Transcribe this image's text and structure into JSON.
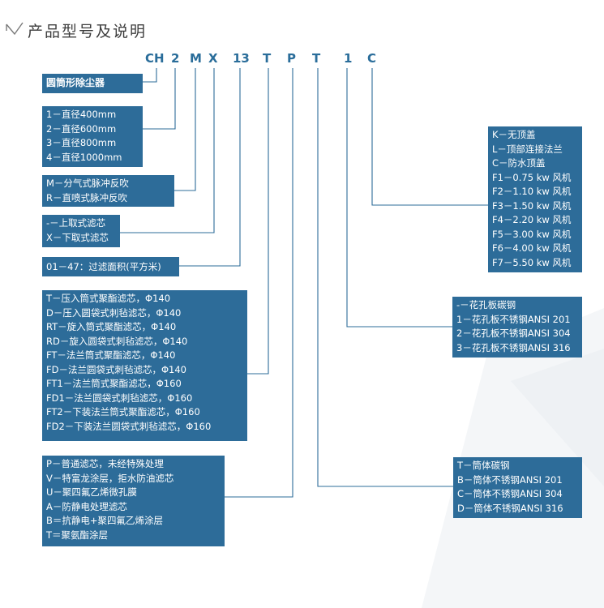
{
  "title": "产品型号及说明",
  "code": [
    {
      "id": "ch",
      "text": "CH"
    },
    {
      "id": "n2",
      "text": "2"
    },
    {
      "id": "m",
      "text": "M"
    },
    {
      "id": "x",
      "text": "X"
    },
    {
      "id": "n13",
      "text": "13"
    },
    {
      "id": "t1",
      "text": "T"
    },
    {
      "id": "p",
      "text": "P"
    },
    {
      "id": "t2",
      "text": "T"
    },
    {
      "id": "n1",
      "text": "1"
    },
    {
      "id": "c",
      "text": "C"
    }
  ],
  "boxes": {
    "type": [
      "圆筒形除尘器"
    ],
    "diameter": [
      "1－直径400mm",
      "2－直径600mm",
      "3－直径800mm",
      "4－直径1000mm"
    ],
    "pulse": [
      "M－分气式脉冲反吹",
      "R－直喷式脉冲反吹"
    ],
    "mount": [
      "-－上取式滤芯",
      "X－下取式滤芯"
    ],
    "area": [
      "01－47：过滤面积(平方米)"
    ],
    "cartridge": [
      "T－压入筒式聚酯滤芯，Φ140",
      "D－压入圆袋式刺毡滤芯，Φ140",
      "RT－旋入筒式聚酯滤芯，Φ140",
      "RD－旋入圆袋式刺毡滤芯，Φ140",
      "FT－法兰筒式聚酯滤芯，Φ140",
      "FD－法兰圆袋式刺毡滤芯，Φ140",
      "FT1－法兰筒式聚酯滤芯，Φ160",
      "FD1－法兰圆袋式刺毡滤芯，Φ160",
      "FT2－下装法兰筒式聚酯滤芯，Φ160",
      "FD2－下装法兰圆袋式刺毡滤芯，Φ160"
    ],
    "treatment": [
      "P－普通滤芯，未经特殊处理",
      "V－特富龙涂层，拒水防油滤芯",
      "U－聚四氟乙烯微孔膜",
      "A－防静电处理滤芯",
      "B＝抗静电+聚四氟乙烯涂层",
      "T＝聚氨酯涂层"
    ],
    "top": [
      "K－无顶盖",
      "L－顶部连接法兰",
      "C－防水顶盖",
      "F1－0.75 kw 风机",
      "F2－1.10 kw 风机",
      "F3－1.50 kw 风机",
      "F4－2.20 kw 风机",
      "F5－3.00 kw 风机",
      "F6－4.00 kw 风机",
      "F7－5.50 kw 风机"
    ],
    "plate": [
      "-－花孔板碳钢",
      "1－花孔板不锈钢ANSI 201",
      "2－花孔板不锈钢ANSI 304",
      "3－花孔板不锈钢ANSI 316"
    ],
    "body": [
      "T－筒体碳钢",
      "B－筒体不锈钢ANSI 201",
      "C－筒体不锈钢ANSI 304",
      "D－筒体不锈钢ANSI 316"
    ]
  },
  "colors": {
    "box_fill": "#2d6c99",
    "box_text": "#ffffff",
    "code_text": "#2a6d9a",
    "connector": "#2d6c99",
    "title_text": "#3c3c3c"
  }
}
